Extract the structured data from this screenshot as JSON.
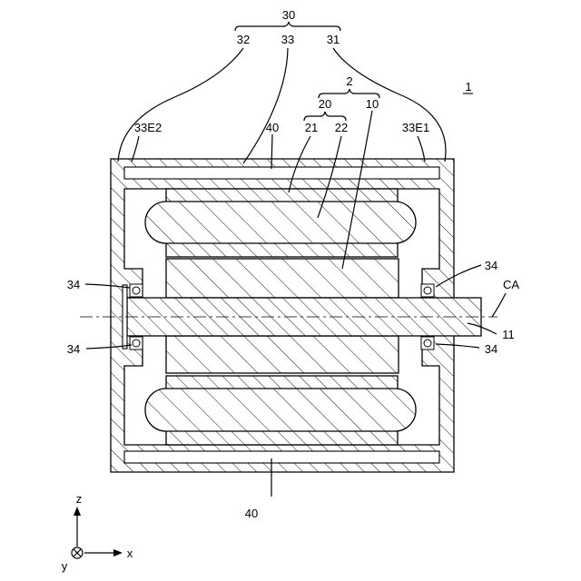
{
  "labels": {
    "group_30": "30",
    "ref_32": "32",
    "ref_33": "33",
    "ref_31": "31",
    "group_2": "2",
    "group_20": "20",
    "ref_10": "10",
    "ref_21": "21",
    "ref_22": "22",
    "ref_1": "1",
    "ref_33e2": "33E2",
    "ref_40_top": "40",
    "ref_33e1": "33E1",
    "ref_34_ul": "34",
    "ref_34_ur": "34",
    "ref_34_ll": "34",
    "ref_34_lr": "34",
    "ref_ca": "CA",
    "ref_11": "11",
    "ref_40_bottom": "40"
  },
  "axes": {
    "z": "z",
    "x": "x",
    "y": "y"
  }
}
